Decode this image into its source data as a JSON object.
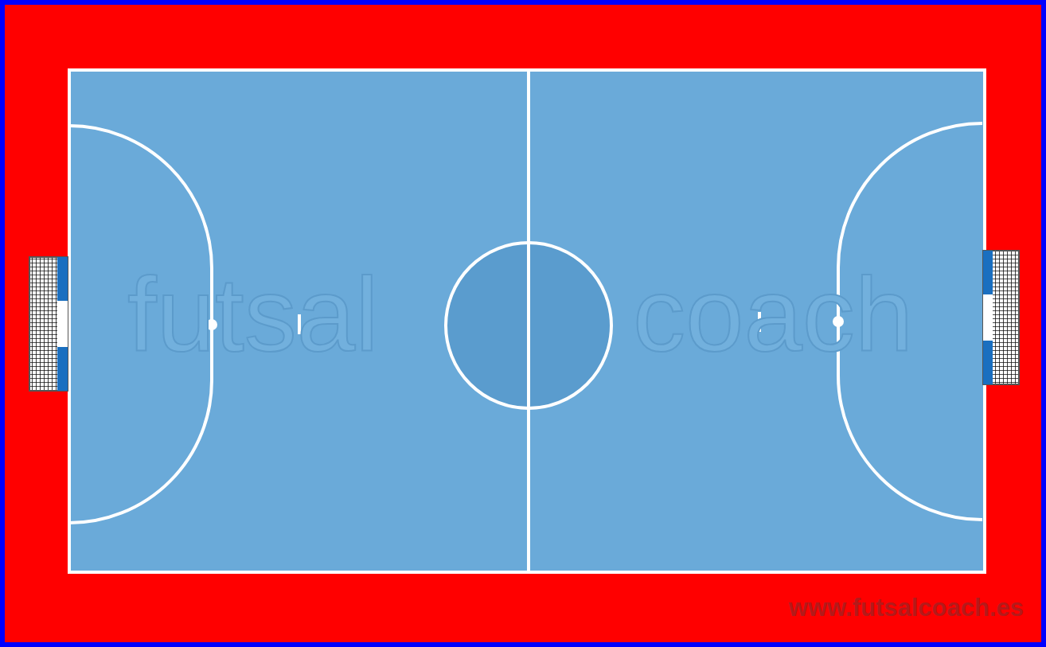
{
  "diagram": {
    "labels": [
      "futsal",
      "coach",
      "www.futsalcoach.es"
    ]
  }
}
